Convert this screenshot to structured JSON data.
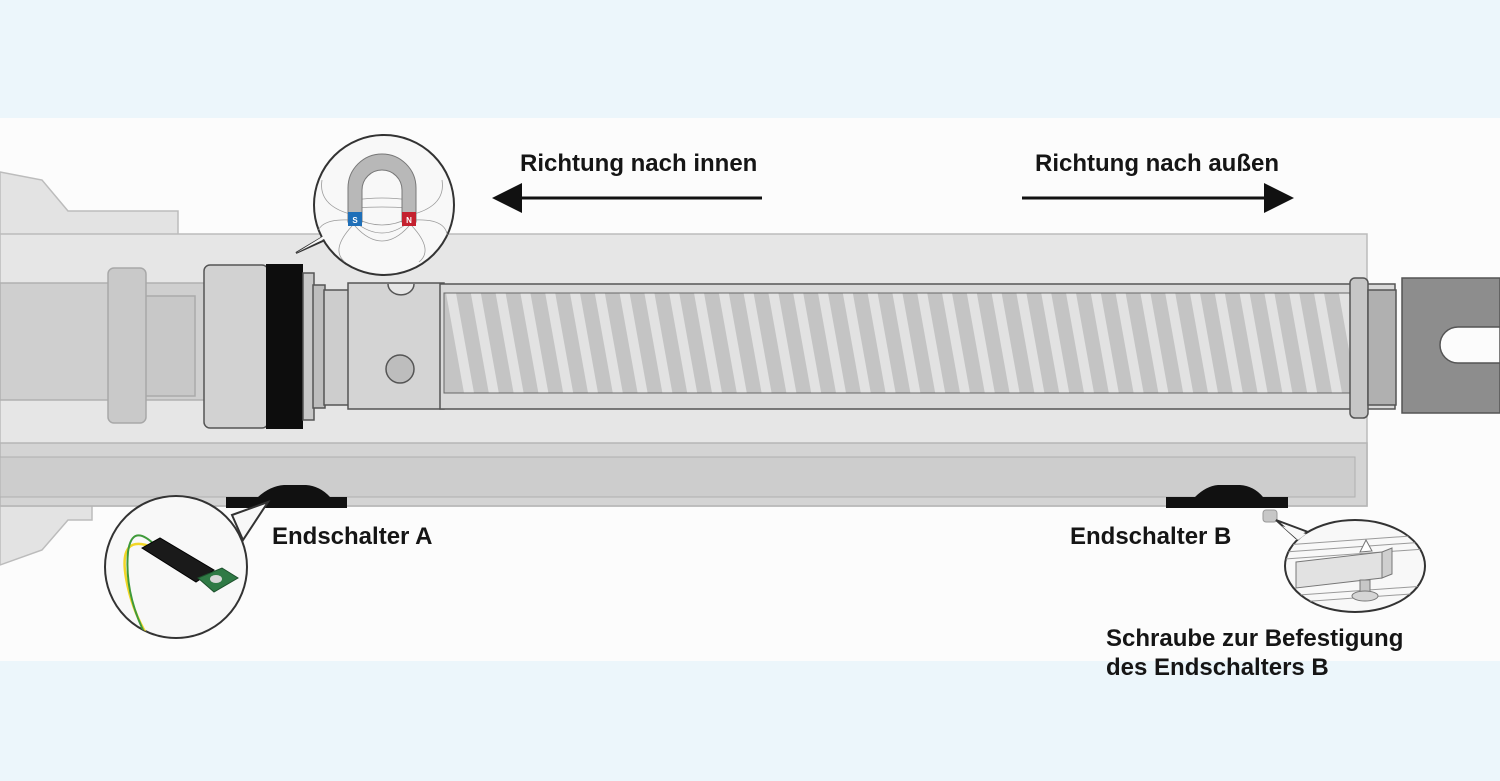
{
  "labels": {
    "direction_in": "Richtung nach innen",
    "direction_out": "Richtung nach außen",
    "limit_switch_a": "Endschalter A",
    "limit_switch_b": "Endschalter B",
    "screw_line1": "Schraube zur Befestigung",
    "screw_line2": "des Endschalters B"
  },
  "magnet": {
    "pole_south": "S",
    "pole_north": "N"
  },
  "colors": {
    "background": "#ecf6fb",
    "panel": "#fcfcfc",
    "housing": "#d7d7d7",
    "housing_dark": "#b9b9b9",
    "thread": "#c4c4c4",
    "thread_highlight": "#e2e2e2",
    "end_fitting": "#8d8d8d",
    "switch_black": "#111111",
    "pcb_green": "#2f7a45",
    "wire_yellow": "#f2d626",
    "wire_green": "#3f9a3a",
    "magnet_south": "#1f6fb8",
    "magnet_north": "#c4212f"
  }
}
